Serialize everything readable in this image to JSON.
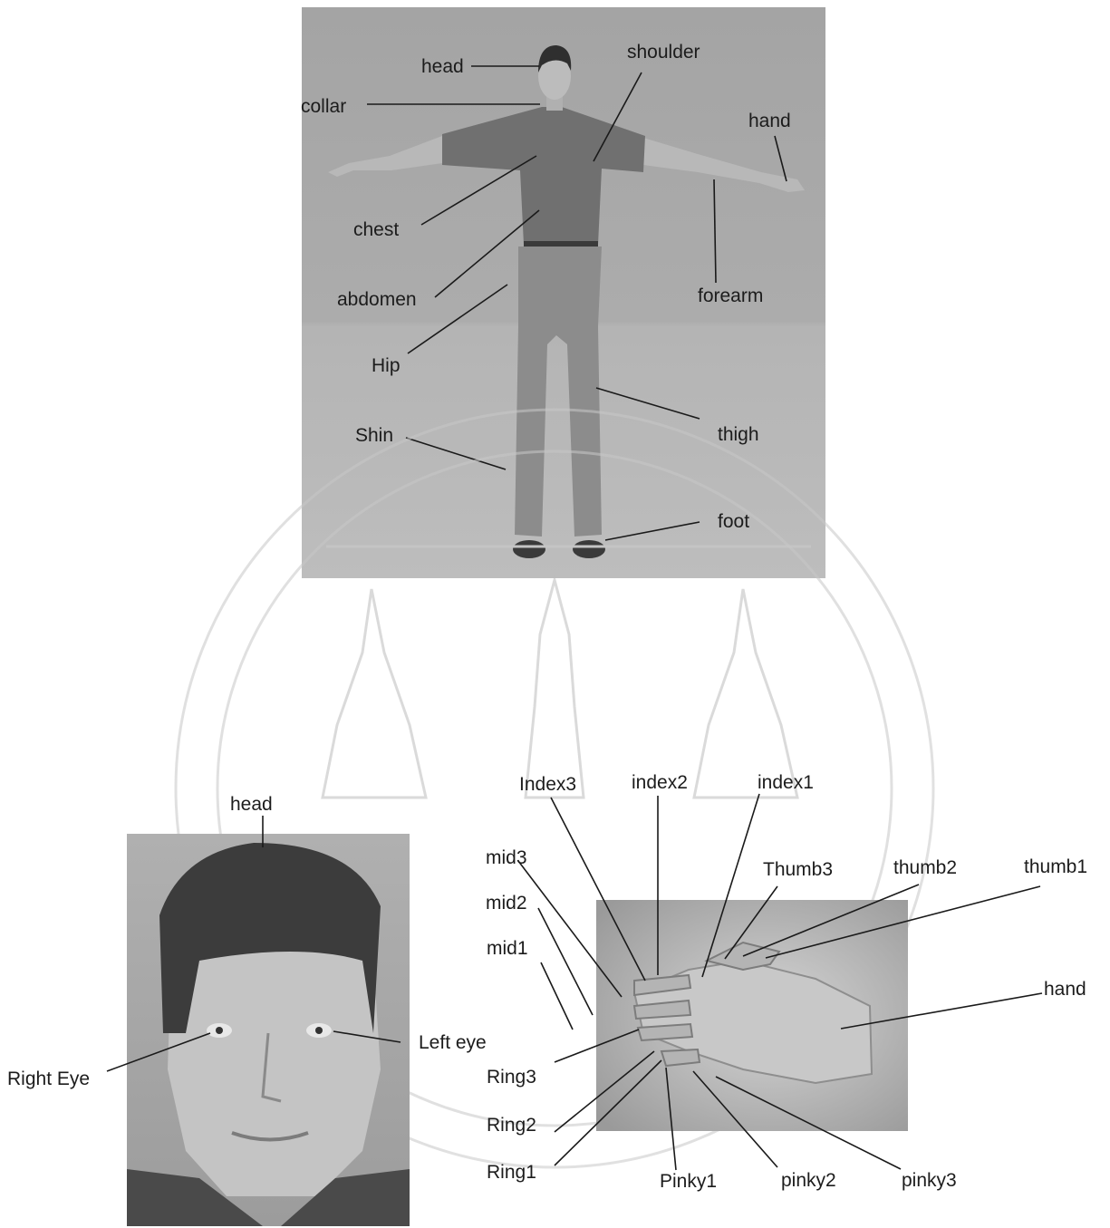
{
  "body_figure": {
    "labels": {
      "head": "head",
      "shoulder": "shoulder",
      "collar": "collar",
      "hand": "hand",
      "chest": "chest",
      "abdomen": "abdomen",
      "forearm": "forearm",
      "hip": "Hip",
      "shin": "Shin",
      "thigh": "thigh",
      "foot": "foot"
    }
  },
  "face_figure": {
    "labels": {
      "head": "head",
      "right_eye": "Right Eye",
      "left_eye": "Left eye"
    }
  },
  "hand_figure": {
    "labels": {
      "index3": "Index3",
      "index2": "index2",
      "index1": "index1",
      "mid3": "mid3",
      "mid2": "mid2",
      "mid1": "mid1",
      "thumb3": "Thumb3",
      "thumb2": "thumb2",
      "thumb1": "thumb1",
      "hand": "hand",
      "ring3": "Ring3",
      "ring2": "Ring2",
      "ring1": "Ring1",
      "pinky1": "Pinky1",
      "pinky2": "pinky2",
      "pinky3": "pinky3"
    }
  },
  "colors": {
    "panel_bg": "#a9a9a9",
    "shirt": "#6f6f6f",
    "pants": "#8a8a8a",
    "skin": "#c2c2c2",
    "hair": "#3a3a3a",
    "watermark": "#b8b8b8"
  }
}
